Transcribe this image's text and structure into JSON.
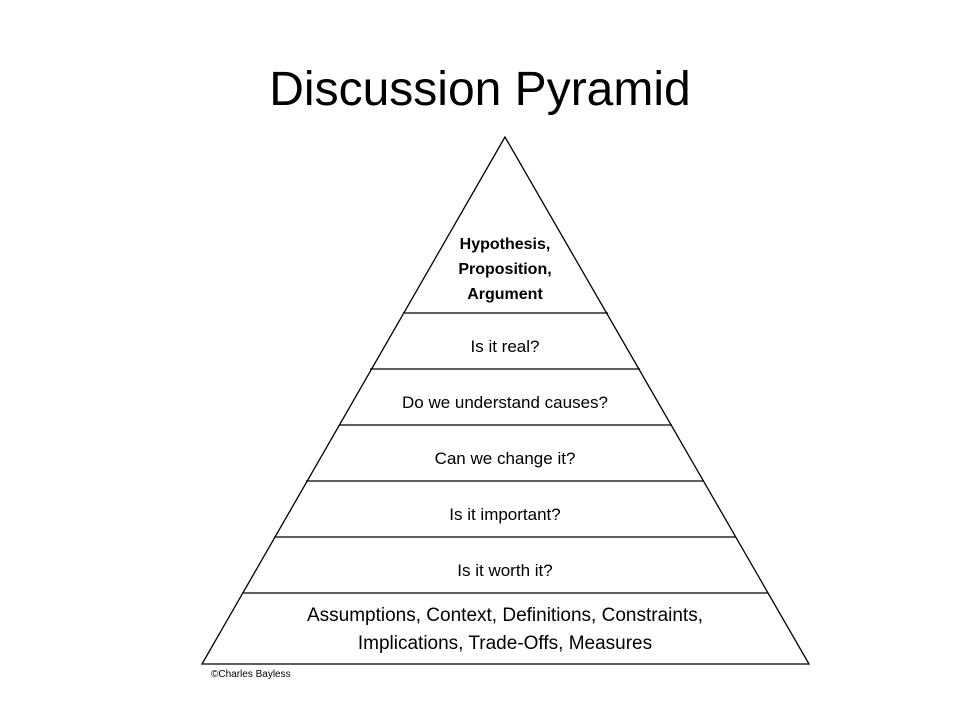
{
  "title": "Discussion Pyramid",
  "pyramid": {
    "apex_lines": [
      "Hypothesis,",
      "Proposition,",
      "Argument"
    ],
    "levels": [
      "Is it real?",
      "Do we understand causes?",
      "Can we change it?",
      "Is it important?",
      "Is it worth it?"
    ],
    "base_lines": [
      "Assumptions, Context, Definitions, Constraints,",
      "Implications, Trade-Offs, Measures"
    ]
  },
  "copyright": "©Charles Bayless"
}
